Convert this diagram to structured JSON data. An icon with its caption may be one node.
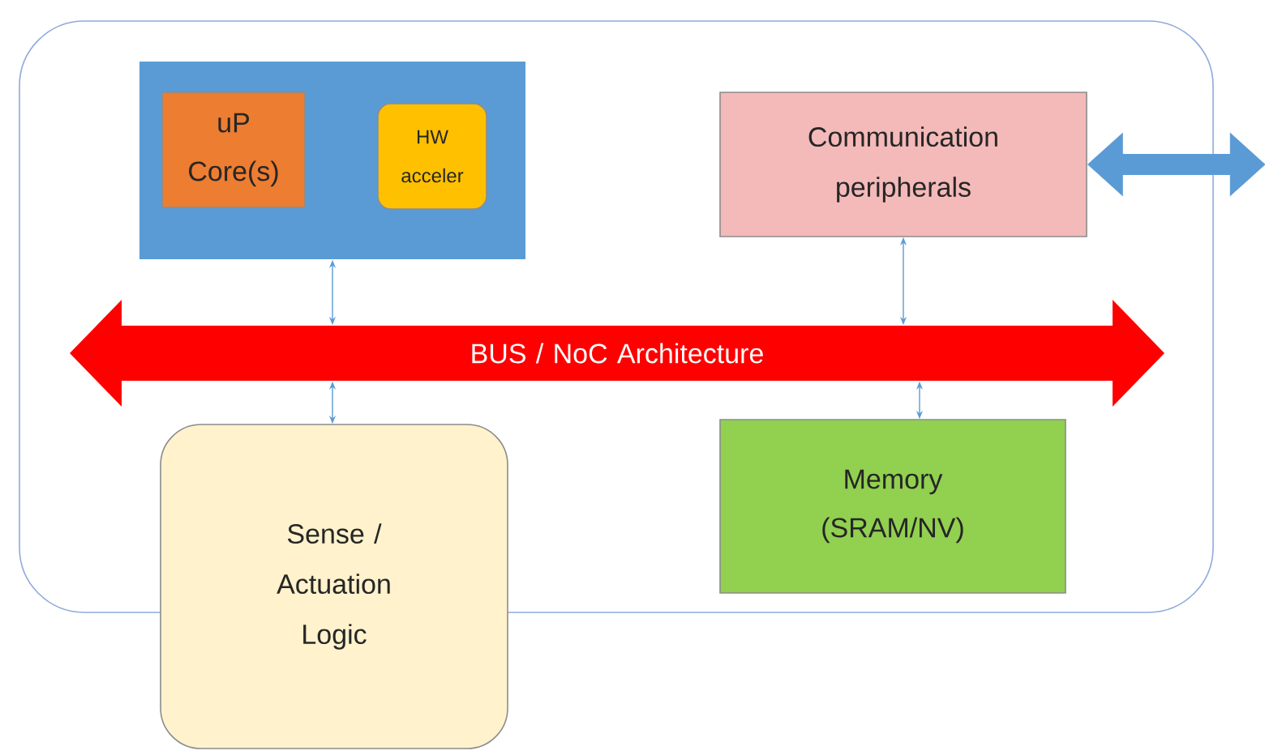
{
  "diagram": {
    "nodes": [
      {
        "text": [],
        "shape": "box"
      },
      {
        "text": [],
        "shape": "box",
        "in": 0
      },
      {
        "text": [
          "uP Core(s)"
        ],
        "in": 1
      },
      {
        "text": [
          "HW acceler"
        ],
        "in": 1
      },
      {
        "text": [
          "Communication peripherals"
        ],
        "in": 0
      },
      {
        "text": [
          "BUS / NoC Architecture"
        ],
        "in": 0
      },
      {
        "text": [
          "Sense / Actuation Logic"
        ]
      },
      {
        "text": [
          "Memory (SRAM/NV)"
        ],
        "in": 0
      }
    ],
    "edges": [
      {
        "from": 1,
        "to": 5,
        "arrow": "both"
      },
      {
        "from": 5,
        "to": 6,
        "arrow": "both"
      },
      {
        "from": 4,
        "to": 5,
        "arrow": "both"
      },
      {
        "from": 5,
        "to": 7,
        "arrow": "both"
      },
      {
        "from": 4,
        "to": null,
        "arrow": "both",
        "style": "thick"
      }
    ]
  }
}
